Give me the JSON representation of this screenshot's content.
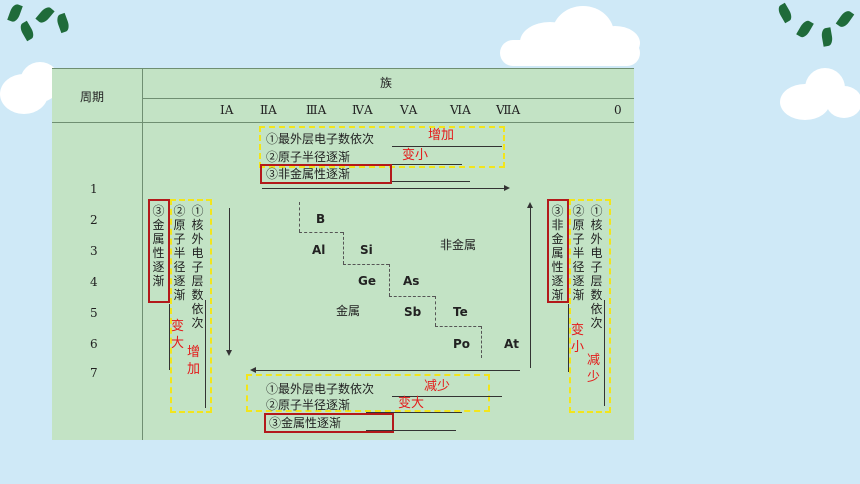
{
  "header": {
    "period": "周期",
    "group": "族"
  },
  "groups": [
    "ⅠA",
    "ⅡA",
    "ⅢA",
    "ⅣA",
    "ⅤA",
    "ⅥA",
    "ⅦA",
    "0"
  ],
  "periods": [
    "1",
    "2",
    "3",
    "4",
    "5",
    "6",
    "7"
  ],
  "top_block": {
    "line1": "①最外层电子数依次",
    "line1_red": "增加",
    "line2": "②原子半径逐渐",
    "line2_red": "变小",
    "line3": "③非金属性逐渐"
  },
  "bottom_block": {
    "line1": "①最外层电子数依次",
    "line1_red": "减少",
    "line2": "②原子半径逐渐",
    "line2_red": "变大",
    "line3": "③金属性逐渐"
  },
  "left_block": {
    "col3": "③金属性逐渐",
    "col2": "②原子半径逐渐",
    "col1": "①核外电子层数依次",
    "red_a": "变大",
    "red_b": "增加"
  },
  "right_block": {
    "col3": "③非金属性逐渐",
    "col2": "②原子半径逐渐",
    "col1": "①核外电子层数依次",
    "red_a": "变小",
    "red_b": "减少"
  },
  "elements": [
    "B",
    "Al",
    "Si",
    "Ge",
    "As",
    "Sb",
    "Te",
    "Po",
    "At"
  ],
  "region_labels": {
    "nonmetal": "非金属",
    "metal": "金属"
  }
}
